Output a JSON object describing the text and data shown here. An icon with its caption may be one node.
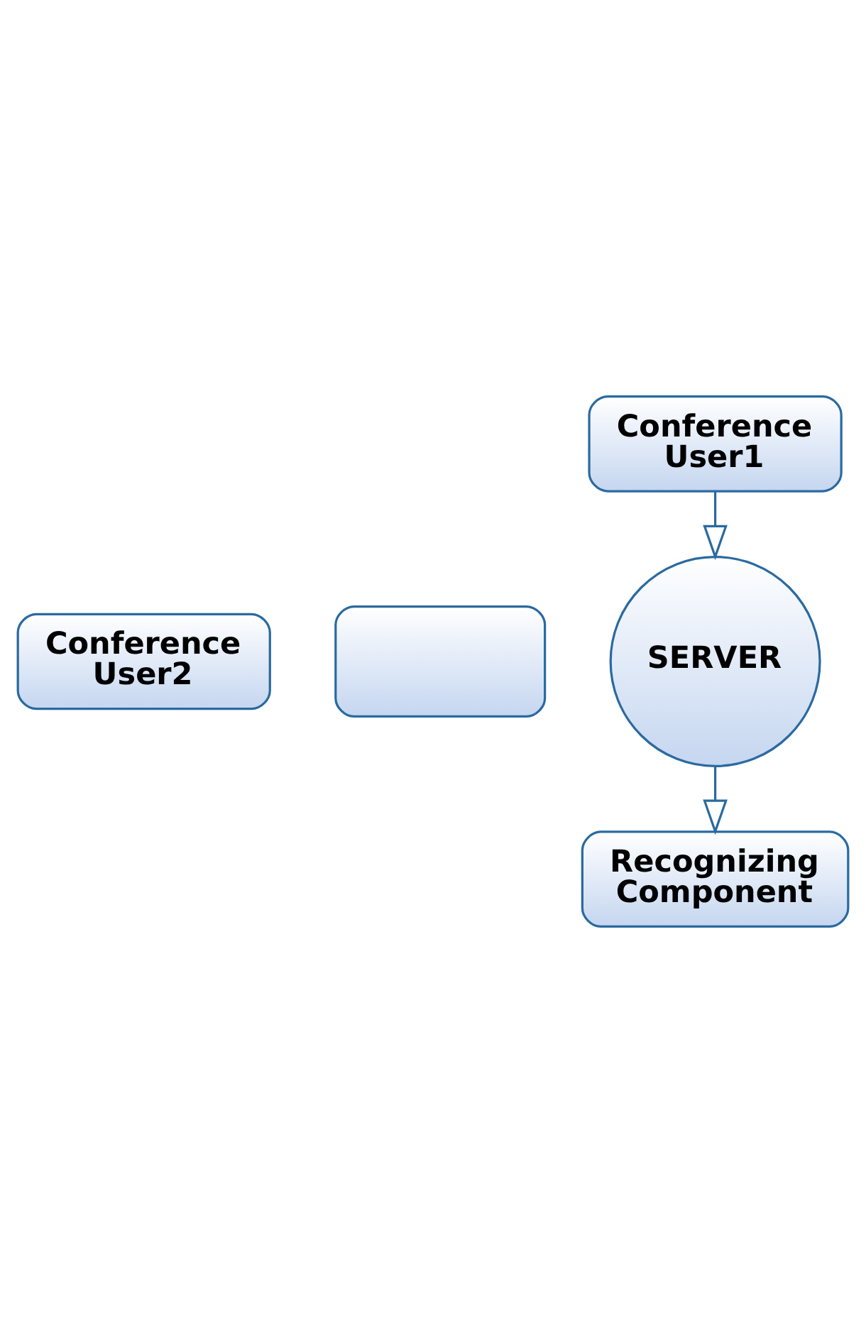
{
  "diagram": {
    "nodes": [
      {
        "text": [
          "Conference User1"
        ]
      },
      {
        "text": [
          "Conference User2"
        ]
      },
      {
        "text": [],
        "shape": "box"
      },
      {
        "text": [
          "SERVER"
        ]
      },
      {
        "text": [
          "Recognizing Component"
        ]
      }
    ],
    "edges": [
      {
        "from": 0,
        "to": 3,
        "arrow": "to"
      },
      {
        "from": 3,
        "to": 4,
        "arrow": "to"
      }
    ]
  }
}
